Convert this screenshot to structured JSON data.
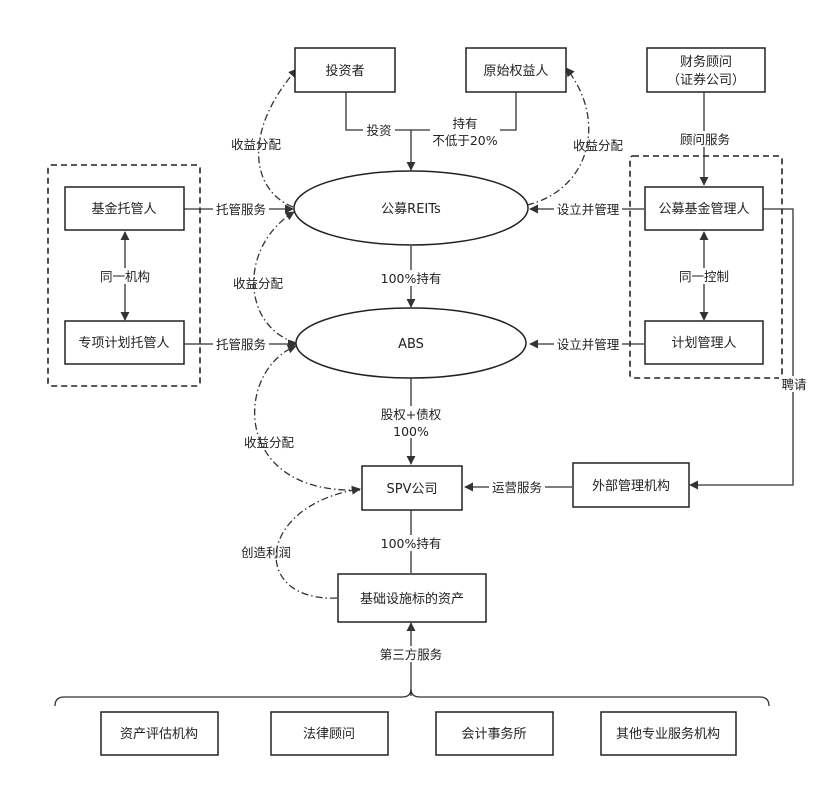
{
  "nodes": {
    "investor": "投资者",
    "original_owner": "原始权益人",
    "financial_advisor_line1": "财务顾问",
    "financial_advisor_line2": "（证券公司）",
    "fund_custodian": "基金托管人",
    "special_plan_custodian": "专项计划托管人",
    "public_reits": "公募REITs",
    "abs": "ABS",
    "public_fund_manager": "公募基金管理人",
    "plan_manager": "计划管理人",
    "spv": "SPV公司",
    "external_manager": "外部管理机构",
    "infrastructure_asset": "基础设施标的资产",
    "asset_appraisal": "资产评估机构",
    "legal_advisor": "法律顾问",
    "accounting_firm": "会计事务所",
    "other_services": "其他专业服务机构"
  },
  "labels": {
    "invest": "投资",
    "hold_line1": "持有",
    "hold_line2": "不低于20%",
    "advisory_service": "顾问服务",
    "income_dist_1": "收益分配",
    "income_dist_2": "收益分配",
    "income_dist_3": "收益分配",
    "income_dist_4": "收益分配",
    "custody_service_1": "托管服务",
    "custody_service_2": "托管服务",
    "same_institution": "同一机构",
    "same_control": "同一控制",
    "setup_manage_1": "设立并管理",
    "setup_manage_2": "设立并管理",
    "hold_100_1": "100%持有",
    "equity_debt_line1": "股权+债权",
    "equity_debt_line2": "100%",
    "hire": "聘请",
    "operation_service": "运营服务",
    "hold_100_2": "100%持有",
    "create_profit": "创造利润",
    "third_party_service": "第三方服务"
  }
}
